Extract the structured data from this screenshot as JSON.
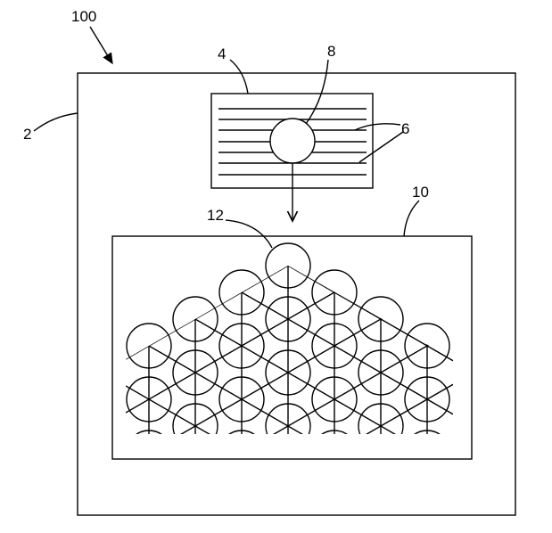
{
  "labels": {
    "device": "100",
    "housing": "2",
    "source_plate": "4",
    "lines": "6",
    "aperture": "8",
    "target_region": "10",
    "lattice_element": "12"
  },
  "colors": {
    "stroke": "#000000",
    "background": "#ffffff"
  }
}
